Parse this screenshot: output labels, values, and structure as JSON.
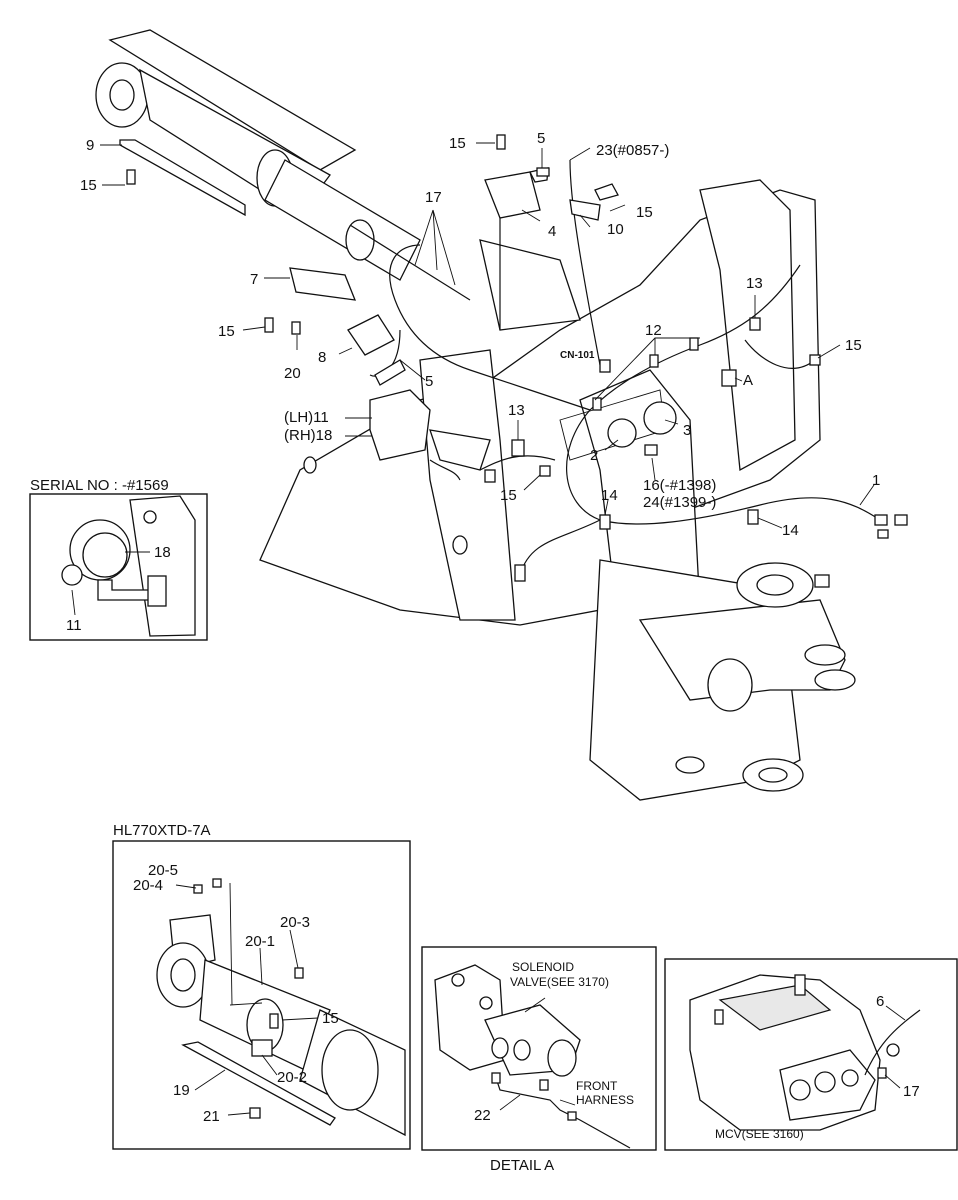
{
  "labels": {
    "l9": "9",
    "l15a": "15",
    "l15b": "15",
    "l5a": "5",
    "l23": "23(#0857-)",
    "l17": "17",
    "l15c": "15",
    "l4": "4",
    "l10": "10",
    "l7": "7",
    "l13a": "13",
    "l15d": "15",
    "l8": "8",
    "l20": "20",
    "cn101": "CN-101",
    "l12": "12",
    "l15e": "15",
    "l5b": "5",
    "lA": "A",
    "lh11": "(LH)11",
    "rh18": "(RH)18",
    "l13b": "13",
    "l3": "3",
    "l2": "2",
    "l16": "16(-#1398)",
    "l24": "24(#1399-)",
    "l15f": "15",
    "l1": "1",
    "l14a": "14",
    "l14b": "14"
  },
  "inset_serial": {
    "title": "SERIAL NO : -#1569",
    "l18": "18",
    "l11": "11"
  },
  "inset_hl": {
    "title": "HL770XTD-7A",
    "l20_5": "20-5",
    "l20_4": "20-4",
    "l20_3": "20-3",
    "l20_1": "20-1",
    "l15": "15",
    "l20_2": "20-2",
    "l19": "19",
    "l21": "21"
  },
  "inset_detail": {
    "solenoid1": "SOLENOID",
    "solenoid2": "VALVE(SEE 3170)",
    "front1": "FRONT",
    "front2": "HARNESS",
    "l22": "22",
    "caption": "DETAIL A"
  },
  "inset_mcv": {
    "l6": "6",
    "l17": "17",
    "mcv": "MCV(SEE 3160)"
  }
}
